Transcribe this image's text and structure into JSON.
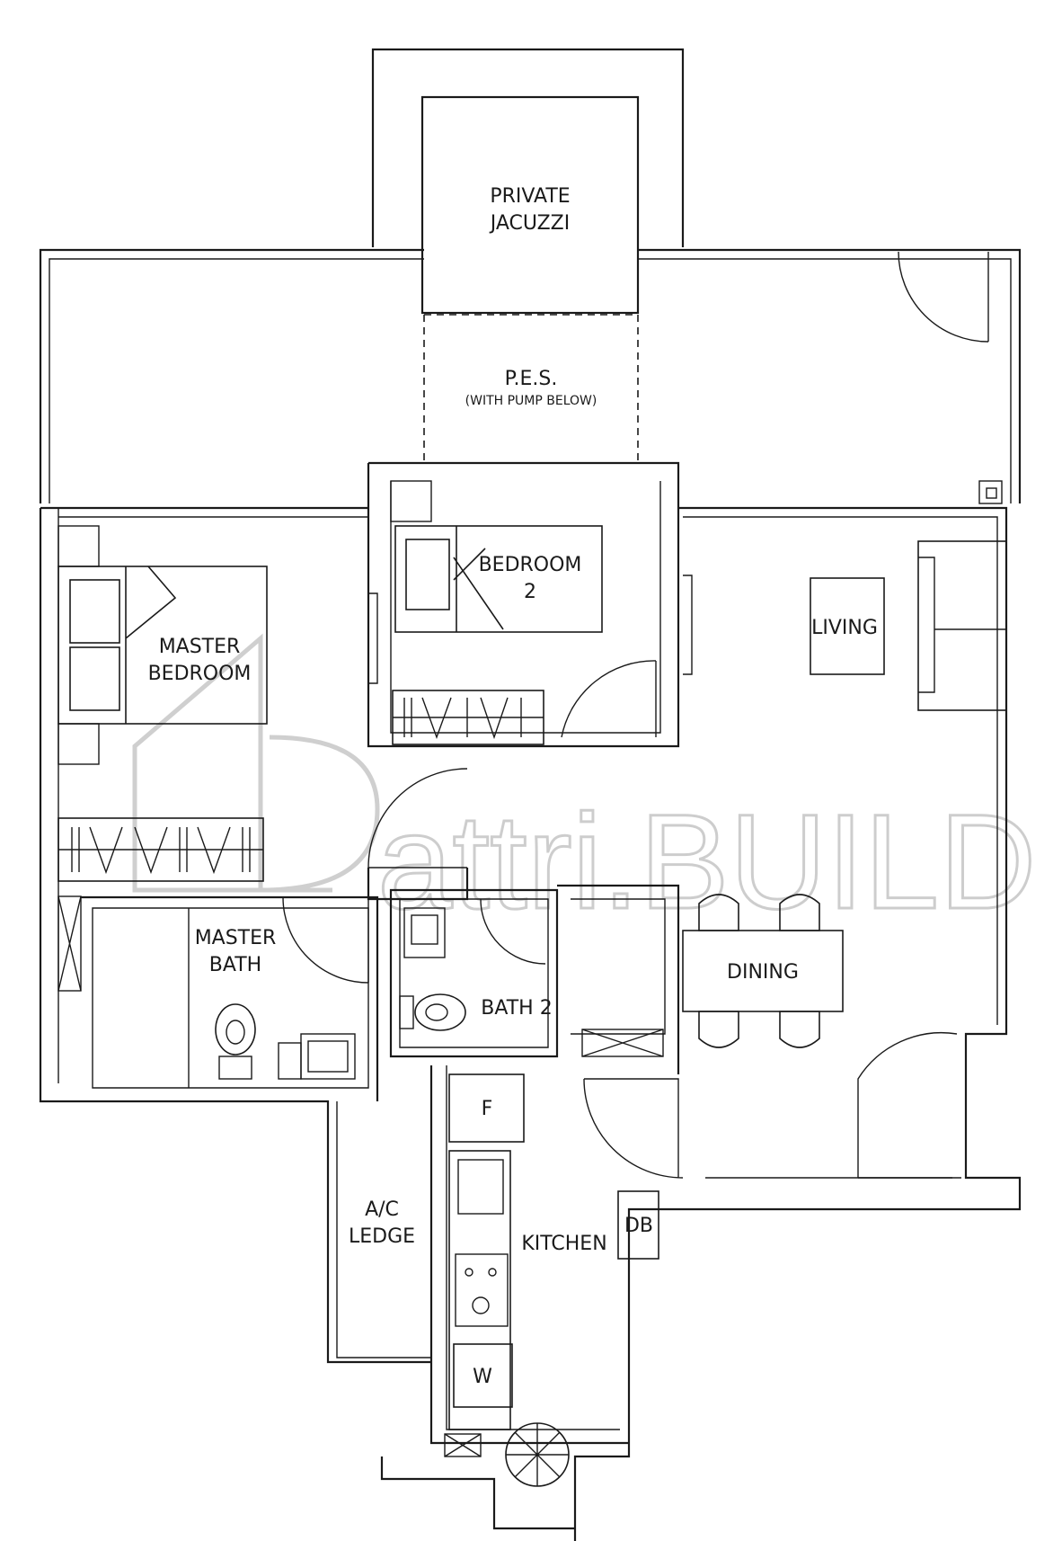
{
  "rooms": {
    "jacuzzi_line1": "PRIVATE",
    "jacuzzi_line2": "JACUZZI",
    "pes": "P.E.S.",
    "pes_note": "(WITH PUMP BELOW)",
    "bedroom2_line1": "BEDROOM",
    "bedroom2_line2": "2",
    "living": "LIVING",
    "master_bedroom_line1": "MASTER",
    "master_bedroom_line2": "BEDROOM",
    "master_bath_line1": "MASTER",
    "master_bath_line2": "BATH",
    "bath2": "BATH 2",
    "dining": "DINING",
    "ac_ledge_line1": "A/C",
    "ac_ledge_line2": "LEDGE",
    "kitchen": "KITCHEN",
    "fridge": "F",
    "db": "DB",
    "washer": "W"
  },
  "watermark": {
    "text": "attri.BUILD"
  }
}
